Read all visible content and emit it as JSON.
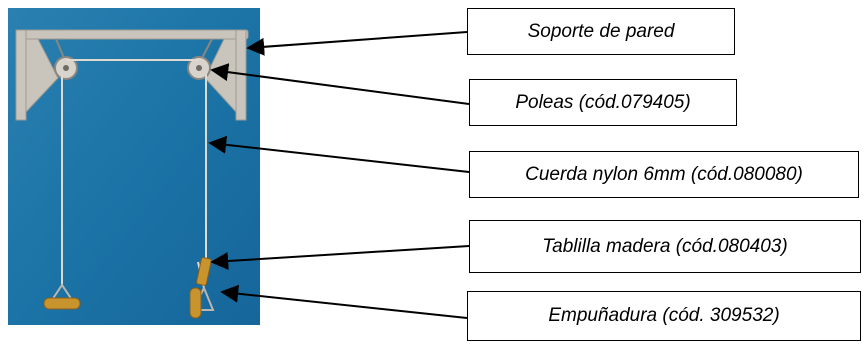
{
  "labels": [
    "Soporte de pared",
    "Poleas (cód.079405)",
    "Cuerda nylon 6mm (cód.080080)",
    "Tablilla madera (cód.080403)",
    "Empuñadura (cód. 309532)"
  ],
  "colors": {
    "background": "#1b73a6",
    "frame": "#c9c5bc",
    "rope": "#dedad2",
    "grip": "#c8942e",
    "arrow": "#000000"
  }
}
